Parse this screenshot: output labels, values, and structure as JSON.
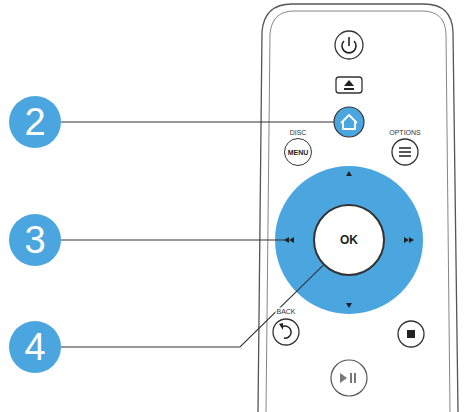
{
  "diagram": {
    "nodes": [
      {
        "text": [
          "2"
        ]
      },
      {
        "text": [
          "3"
        ]
      },
      {
        "text": [
          "4"
        ]
      },
      {
        "text": [
          "MENU"
        ]
      },
      {
        "text": [
          "OK"
        ]
      }
    ],
    "edges": [
      {
        "from": 2,
        "to": 4,
        "arrow": "none"
      }
    ],
    "labels": [
      "DISC",
      "OPTIONS",
      "BACK"
    ]
  }
}
